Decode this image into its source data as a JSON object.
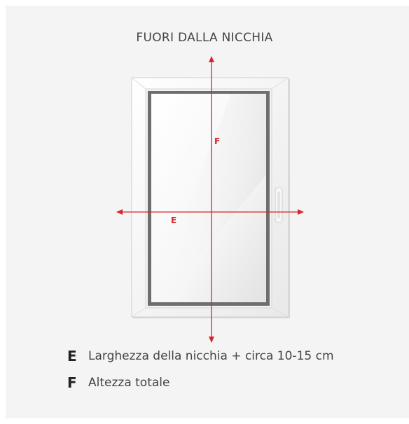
{
  "title": "FUORI DALLA NICCHIA",
  "labels": {
    "width": "E",
    "height": "F"
  },
  "legend": [
    {
      "key": "E",
      "text": "Larghezza della nicchia + circa 10-15 cm"
    },
    {
      "key": "F",
      "text": "Altezza totale"
    }
  ],
  "colors": {
    "arrow": "#d6262b",
    "background": "#f4f4f4",
    "frame": "#ffffff",
    "inner_frame": "#6e6e6e"
  },
  "icons": {
    "window": "window-icon",
    "handle": "window-handle-icon"
  }
}
